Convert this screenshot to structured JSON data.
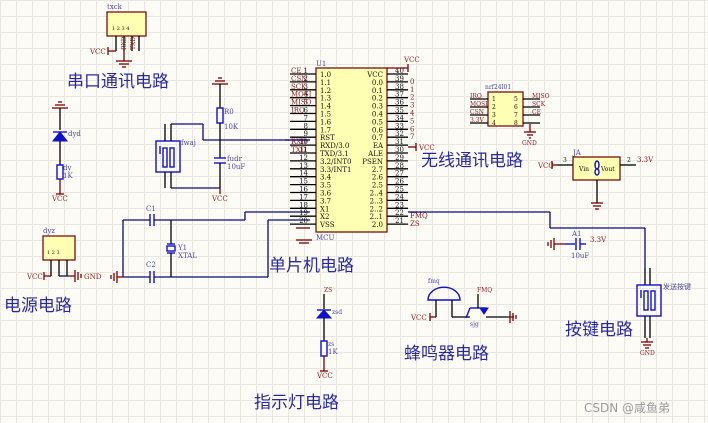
{
  "sections": {
    "uart": "串口通讯电路",
    "power": "电源电路",
    "mcu": "单片机电路",
    "wireless": "无线通讯电路",
    "button": "按键电路",
    "buzzer": "蜂鸣器电路",
    "indicator": "指示灯电路"
  },
  "watermark": "CSDN @咸鱼弟",
  "nets": {
    "vcc": "VCC",
    "gnd": "GND",
    "v33": "3.3V",
    "fmq": "FMQ",
    "zs": "ZS"
  },
  "mcu": {
    "ref": "U1",
    "name": "MCU",
    "left_pins": [
      {
        "num": "1",
        "net": "CE",
        "label": "1.0"
      },
      {
        "num": "2",
        "net": "CSN",
        "label": "1.1"
      },
      {
        "num": "3",
        "net": "SCK",
        "label": "1.2"
      },
      {
        "num": "4",
        "net": "MOSI",
        "label": "1.3"
      },
      {
        "num": "5",
        "net": "MISO",
        "label": "1.4"
      },
      {
        "num": "6",
        "net": "IRQ",
        "label": "1.5"
      },
      {
        "num": "7",
        "net": "",
        "label": "1.6"
      },
      {
        "num": "8",
        "net": "",
        "label": "1.7"
      },
      {
        "num": "9",
        "net": "",
        "label": "RST"
      },
      {
        "num": "10",
        "net": "RXD",
        "label": "RXD/3.0"
      },
      {
        "num": "11",
        "net": "TXD",
        "label": "TXD/3.1"
      },
      {
        "num": "12",
        "net": "",
        "label": "3.2/INT0"
      },
      {
        "num": "13",
        "net": "",
        "label": "3.3/INT1"
      },
      {
        "num": "14",
        "net": "",
        "label": "3.4"
      },
      {
        "num": "15",
        "net": "",
        "label": "3.5"
      },
      {
        "num": "16",
        "net": "",
        "label": "3.6"
      },
      {
        "num": "17",
        "net": "",
        "label": "3.7"
      },
      {
        "num": "18",
        "net": "",
        "label": "X1"
      },
      {
        "num": "19",
        "net": "",
        "label": "X2"
      },
      {
        "num": "20",
        "net": "",
        "label": "VSS"
      }
    ],
    "right_pins": [
      {
        "num": "40",
        "net": "VCC",
        "label": "VCC"
      },
      {
        "num": "39",
        "net": "0",
        "label": "0.0"
      },
      {
        "num": "38",
        "net": "1",
        "label": "0.1"
      },
      {
        "num": "37",
        "net": "2",
        "label": "0.2"
      },
      {
        "num": "36",
        "net": "3",
        "label": "0.3"
      },
      {
        "num": "35",
        "net": "4",
        "label": "0.4"
      },
      {
        "num": "34",
        "net": "5",
        "label": "0.5"
      },
      {
        "num": "33",
        "net": "6",
        "label": "0.6"
      },
      {
        "num": "32",
        "net": "7",
        "label": "0.7"
      },
      {
        "num": "31",
        "net": "VCC",
        "label": "EA"
      },
      {
        "num": "30",
        "net": "",
        "label": "ALE"
      },
      {
        "num": "29",
        "net": "",
        "label": "PSEN"
      },
      {
        "num": "28",
        "net": "",
        "label": "2.7"
      },
      {
        "num": "27",
        "net": "",
        "label": "2.6"
      },
      {
        "num": "26",
        "net": "",
        "label": "2.5"
      },
      {
        "num": "25",
        "net": "",
        "label": "2..4"
      },
      {
        "num": "24",
        "net": "",
        "label": "2..3"
      },
      {
        "num": "23",
        "net": "",
        "label": "2..2"
      },
      {
        "num": "22",
        "net": "FMQ",
        "label": "2..1"
      },
      {
        "num": "21",
        "net": "ZS",
        "label": "2.0"
      }
    ]
  },
  "nrf": {
    "ref": "nrf24l01",
    "left": [
      {
        "net": "IRQ",
        "num": "1"
      },
      {
        "net": "MOSI",
        "num": "2"
      },
      {
        "net": "CSN",
        "num": "3"
      },
      {
        "net": "3.3V",
        "num": "4"
      }
    ],
    "right": [
      {
        "net": "MISO",
        "num": "5"
      },
      {
        "net": "SCK",
        "num": "6"
      },
      {
        "net": "CE",
        "num": "7"
      },
      {
        "net": "",
        "num": "8"
      }
    ]
  },
  "components": {
    "uart_conn": {
      "ref": "txck",
      "pins": "1 2 3 4",
      "p_rxd": "RXD",
      "p_txd": "TXD"
    },
    "power_conn": {
      "ref": "dyz",
      "pins": "1 2 3"
    },
    "power_led": {
      "ref": "dyd"
    },
    "power_res": {
      "ref": "dy",
      "value": "1K"
    },
    "reset_res": {
      "ref": "R0",
      "value": "10K"
    },
    "reset_btn": {
      "ref": "fwaj"
    },
    "reset_cap": {
      "ref": "fudr",
      "value": "10uF"
    },
    "c1": {
      "ref": "C1"
    },
    "c2": {
      "ref": "C2"
    },
    "crystal": {
      "ref": "Y1",
      "value": "XTAL"
    },
    "regulator": {
      "ref": "JA",
      "vin": "Vin",
      "vout": "Vout",
      "pin_in": "3",
      "pin_out": "2"
    },
    "cap_a1": {
      "ref": "A1",
      "value": "10uF"
    },
    "key": {
      "ref": "发送按键"
    },
    "buzzer": {
      "ref": "fmq"
    },
    "transistor": {
      "ref": "sjg"
    },
    "zs_led": {
      "ref": "zsd"
    },
    "zs_res": {
      "ref": "zs",
      "value": "1K"
    }
  }
}
